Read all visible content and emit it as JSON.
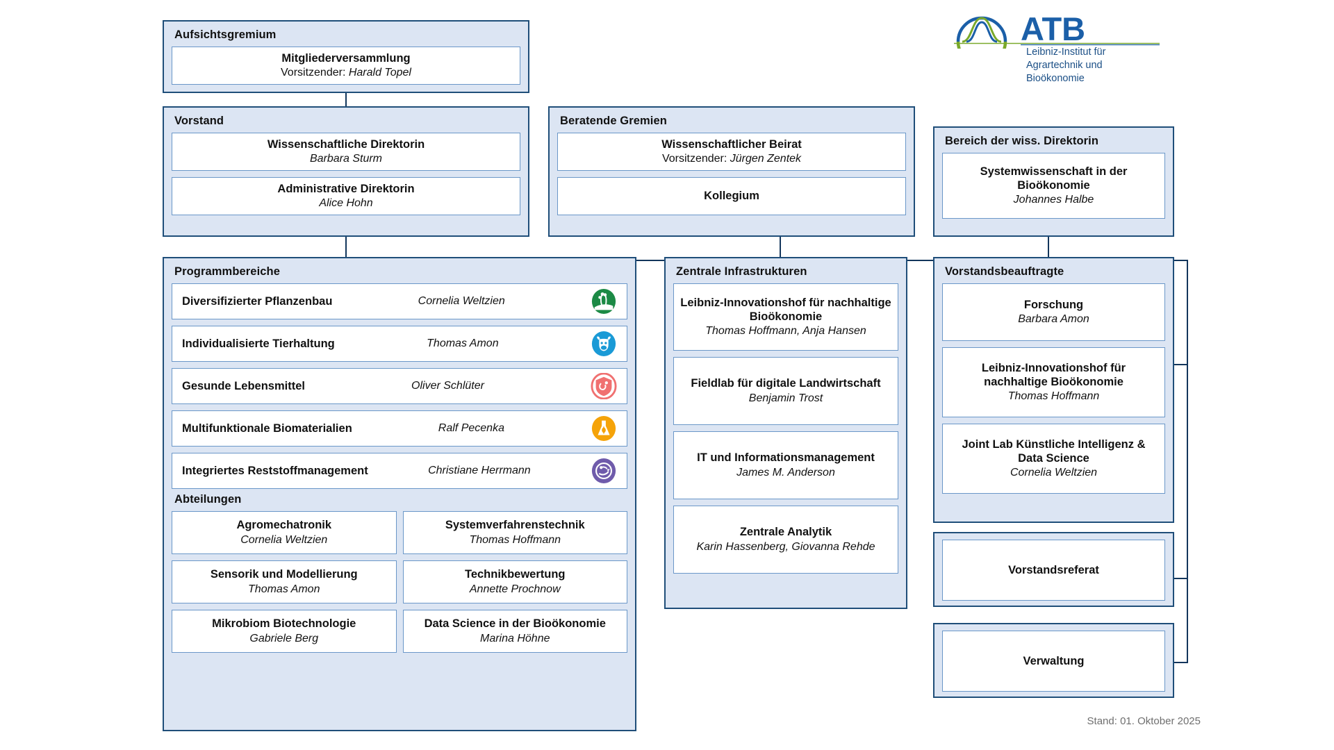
{
  "logo": {
    "wordmark": "ATB",
    "subtitle_line1": "Leibniz-Institut für",
    "subtitle_line2": "Agrartechnik und Bioökonomie",
    "brand_blue": "#1b5fa8",
    "brand_green": "#7aa92b",
    "icon_name": "atb-logo"
  },
  "aufsichtsgremium": {
    "title": "Aufsichtsgremium",
    "cards": [
      {
        "title": "Mitgliederversammlung",
        "lead": "Vorsitzender: ",
        "person": "Harald Topel"
      }
    ]
  },
  "vorstand": {
    "title": "Vorstand",
    "cards": [
      {
        "title": "Wissenschaftliche Direktorin",
        "person": "Barbara Sturm"
      },
      {
        "title": "Administrative Direktorin",
        "person": "Alice Hohn"
      }
    ]
  },
  "beratende_gremien": {
    "title": "Beratende Gremien",
    "cards": [
      {
        "title": "Wissenschaftlicher Beirat",
        "lead": "Vorsitzender: ",
        "person": "Jürgen Zentek"
      },
      {
        "title": "Kollegium",
        "person": ""
      }
    ]
  },
  "bereich_wiss_direktorin": {
    "title": "Bereich der wiss. Direktorin",
    "cards": [
      {
        "title": "Systemwissenschaft in der Bioökonomie",
        "person": "Johannes Halbe"
      }
    ]
  },
  "programmbereiche": {
    "title": "Programmbereiche",
    "rows": [
      {
        "name": "Diversifizierter Pflanzenbau",
        "person": "Cornelia Weltzien",
        "icon": "plant-icon",
        "color": "#1c8a45"
      },
      {
        "name": "Individualisierte Tierhaltung",
        "person": "Thomas Amon",
        "icon": "cow-icon",
        "color": "#1a9ad6"
      },
      {
        "name": "Gesunde Lebensmittel",
        "person": "Oliver Schlüter",
        "icon": "food-shield-icon",
        "color": "#f07070"
      },
      {
        "name": "Multifunktionale Biomaterialien",
        "person": "Ralf Pecenka",
        "icon": "flask-leaf-icon",
        "color": "#f5a309"
      },
      {
        "name": "Integriertes Reststoffmanagement",
        "person": "Christiane Herrmann",
        "icon": "recycle-icon",
        "color": "#6f5bab"
      }
    ]
  },
  "abteilungen": {
    "title": "Abteilungen",
    "cards": [
      {
        "title": "Agromechatronik",
        "person": "Cornelia Weltzien"
      },
      {
        "title": "Systemverfahrenstechnik",
        "person": "Thomas Hoffmann"
      },
      {
        "title": "Sensorik und Modellierung",
        "person": "Thomas Amon"
      },
      {
        "title": "Technikbewertung",
        "person": "Annette Prochnow"
      },
      {
        "title": "Mikrobiom Biotechnologie",
        "person": "Gabriele Berg"
      },
      {
        "title": "Data Science in der Bioökonomie",
        "person": "Marina Höhne"
      }
    ]
  },
  "zentrale_infrastrukturen": {
    "title": "Zentrale Infrastrukturen",
    "cards": [
      {
        "title": "Leibniz-Innovationshof für nachhaltige Bioökonomie",
        "person": "Thomas Hoffmann, Anja Hansen"
      },
      {
        "title": "Fieldlab für digitale Landwirtschaft",
        "person": "Benjamin Trost"
      },
      {
        "title": "IT und Informationsmanagement",
        "person": "James M. Anderson"
      },
      {
        "title": "Zentrale Analytik",
        "person": "Karin Hassenberg, Giovanna Rehde"
      }
    ]
  },
  "vorstandsbeauftragte": {
    "title": "Vorstandsbeauftragte",
    "cards": [
      {
        "title": "Forschung",
        "person": "Barbara Amon"
      },
      {
        "title": "Leibniz-Innovationshof für nachhaltige Bioökonomie",
        "person": "Thomas Hoffmann"
      },
      {
        "title": "Joint Lab Künstliche Intelligenz & Data Science",
        "person": "Cornelia Weltzien"
      }
    ]
  },
  "vorstandsreferat": {
    "cards": [
      {
        "title": "Vorstandsreferat",
        "person": ""
      }
    ]
  },
  "verwaltung": {
    "cards": [
      {
        "title": "Verwaltung",
        "person": ""
      }
    ]
  },
  "footer": {
    "stamp": "Stand: 01. Oktober 2025"
  },
  "colors": {
    "panel_fill": "#dce5f3",
    "panel_border": "#1f4e79",
    "card_border": "#6a97c8",
    "connector": "#13365c"
  }
}
